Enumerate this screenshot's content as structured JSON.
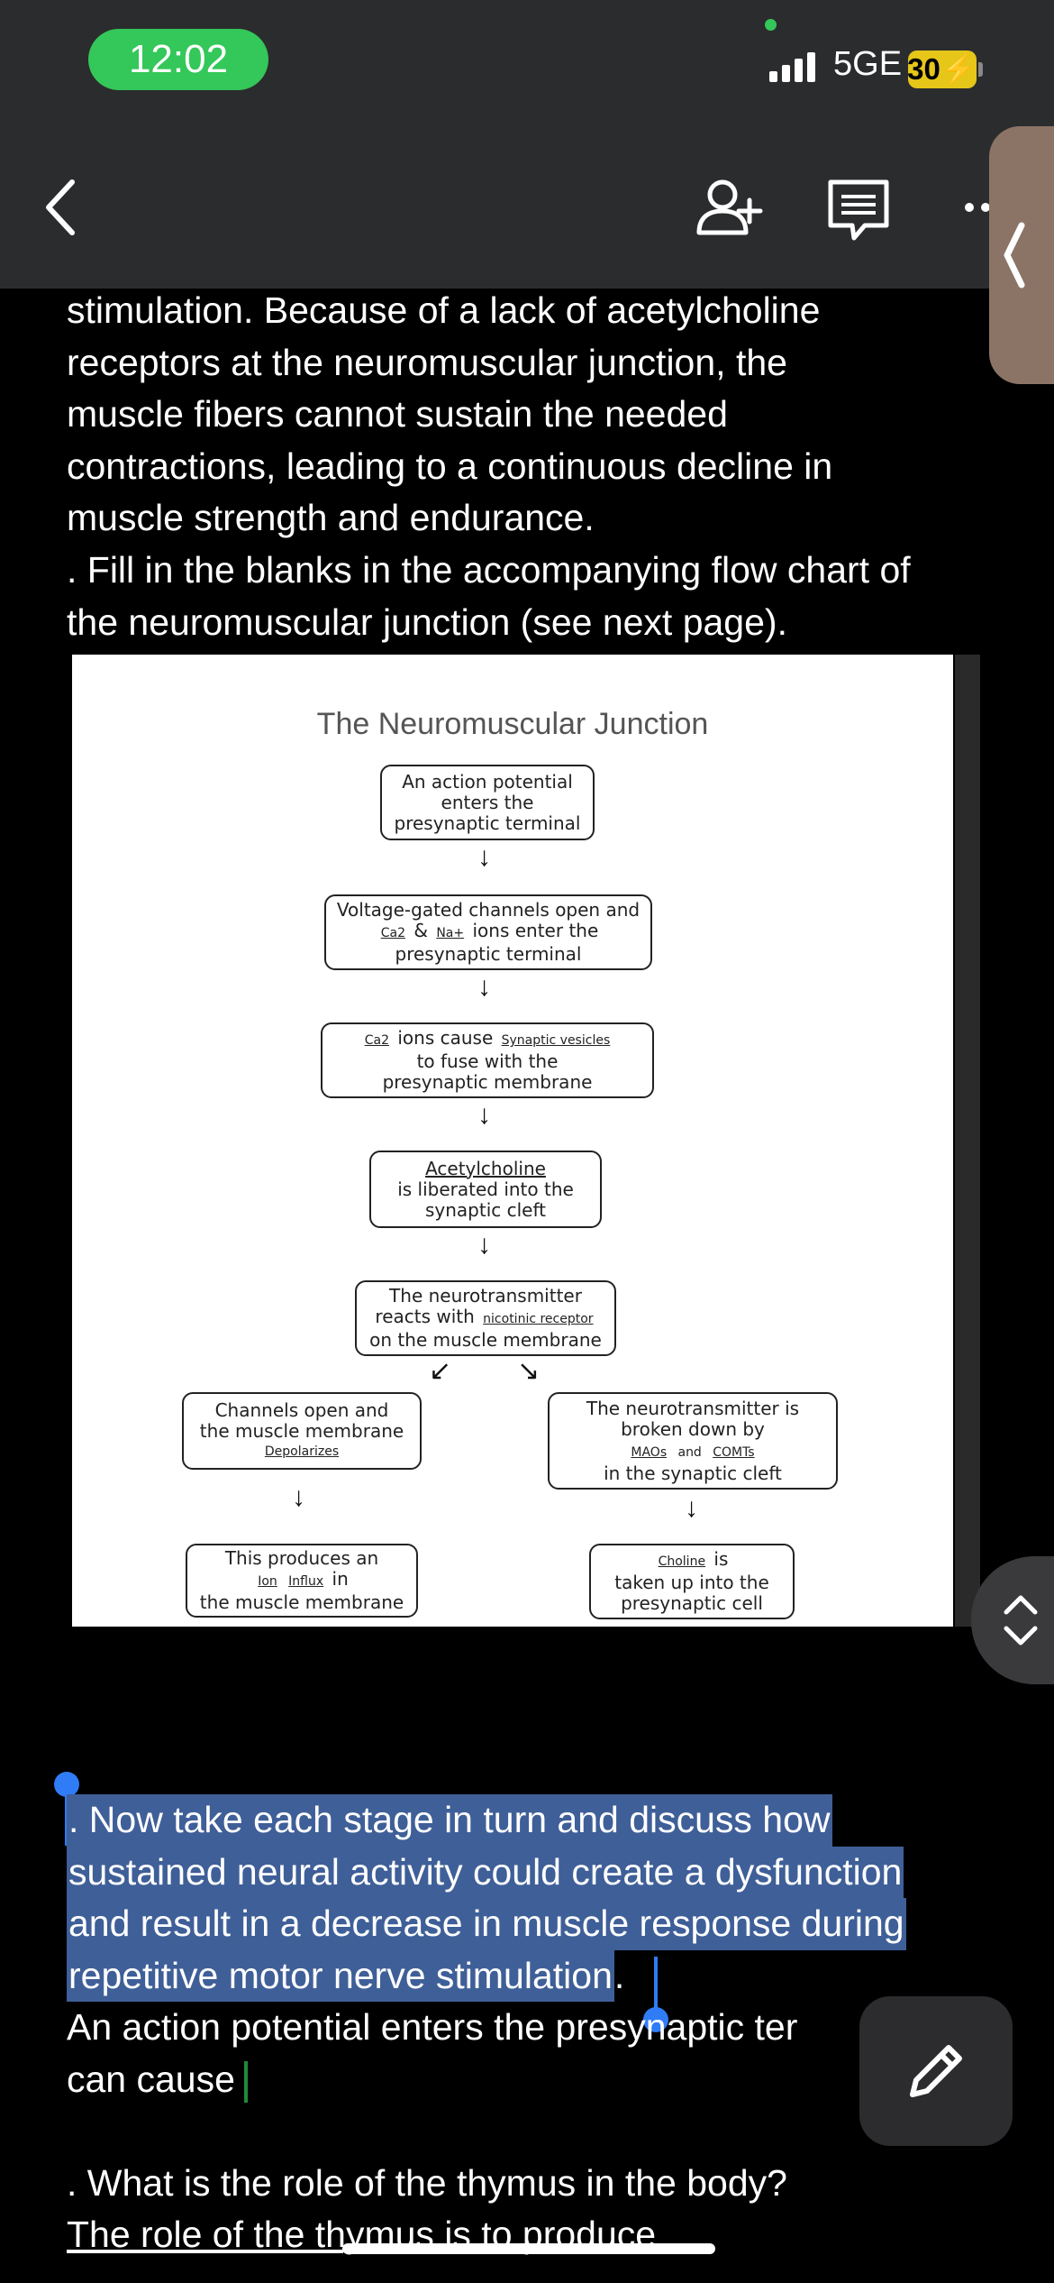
{
  "status_bar": {
    "time": "12:02",
    "network": "5GE",
    "battery": "30"
  },
  "toolbar": {
    "back": "back",
    "add_user": "add-user",
    "comments": "comments",
    "more": "more"
  },
  "doc_top": {
    "lines": [
      "stimulation. Because of a lack of acetylcholine",
      "receptors at the neuromuscular junction, the",
      "muscle fibers cannot sustain the needed",
      "contractions, leading to a continuous decline in",
      "muscle strength and endurance.",
      ". Fill in the blanks in the accompanying flow chart of",
      "the neuromuscular junction (see next page)."
    ]
  },
  "figure": {
    "title": "The Neuromuscular Junction",
    "box1": [
      "An action potential",
      "enters the",
      "presynaptic terminal"
    ],
    "box2": {
      "line1": "Voltage-gated channels open and",
      "fill_a": "Ca2",
      "amp": "&",
      "fill_b": "Na+",
      "line2_rest": "ions enter the",
      "line3": "presynaptic terminal"
    },
    "box3": {
      "fill_a": "Ca2",
      "mid": "ions cause",
      "fill_b": "Synaptic vesicles",
      "line2": "to fuse with the",
      "line3": "presynaptic membrane"
    },
    "box4": {
      "fill": "Acetylcholine",
      "line2": "is liberated into the",
      "line3": "synaptic cleft"
    },
    "box5": {
      "line1": "The neurotransmitter",
      "line2_pre": "reacts with",
      "fill": "nicotinic receptor",
      "line3": "on the muscle membrane"
    },
    "box6": {
      "line1": "Channels open and",
      "line2": "the muscle membrane",
      "fill": "Depolarizes"
    },
    "box7": {
      "line1": "The neurotransmitter is",
      "line2": "broken down by",
      "fill_a": "MAOs",
      "and": "and",
      "fill_b": "COMTs",
      "line4": "in the synaptic cleft"
    },
    "box8": {
      "line1": "This produces an",
      "fill_a": "Ion",
      "fill_b": "Influx",
      "in": "in",
      "line3": "the muscle membrane"
    },
    "box9": {
      "fill": "Choline",
      "is": "is",
      "line2": "taken up into the",
      "line3": "presynaptic cell"
    }
  },
  "selection": {
    "lines": [
      ". Now take each stage in turn and discuss how",
      "sustained neural activity could create a dysfunction",
      "and result in a decrease in muscle response during",
      "repetitive motor nerve stimulation"
    ],
    "trail": "."
  },
  "doc_bottom": {
    "line1": "An action potential enters the presynaptic ter",
    "line2": "can cause",
    "line3": ". What is the role of the thymus in the body?",
    "line4": "The role of the thymus is to produce"
  }
}
